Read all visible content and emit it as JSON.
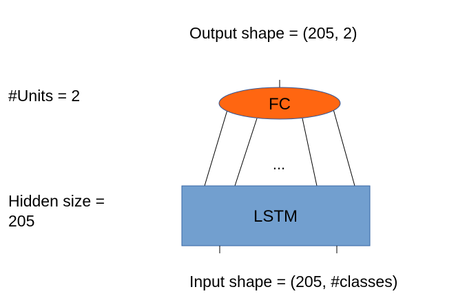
{
  "labels": {
    "output_shape": "Output shape = (205, 2)",
    "units": "#Units = 2",
    "hidden_size_line1": "Hidden size =",
    "hidden_size_line2": "205",
    "input_shape": "Input shape = (205, #classes)"
  },
  "nodes": {
    "fc": {
      "label": "FC",
      "fill": "#ff6611",
      "stroke": "#2f5597"
    },
    "lstm": {
      "label": "LSTM",
      "fill": "#729fcf",
      "stroke": "#3465a4"
    }
  },
  "connections": {
    "ellipsis": "..."
  }
}
